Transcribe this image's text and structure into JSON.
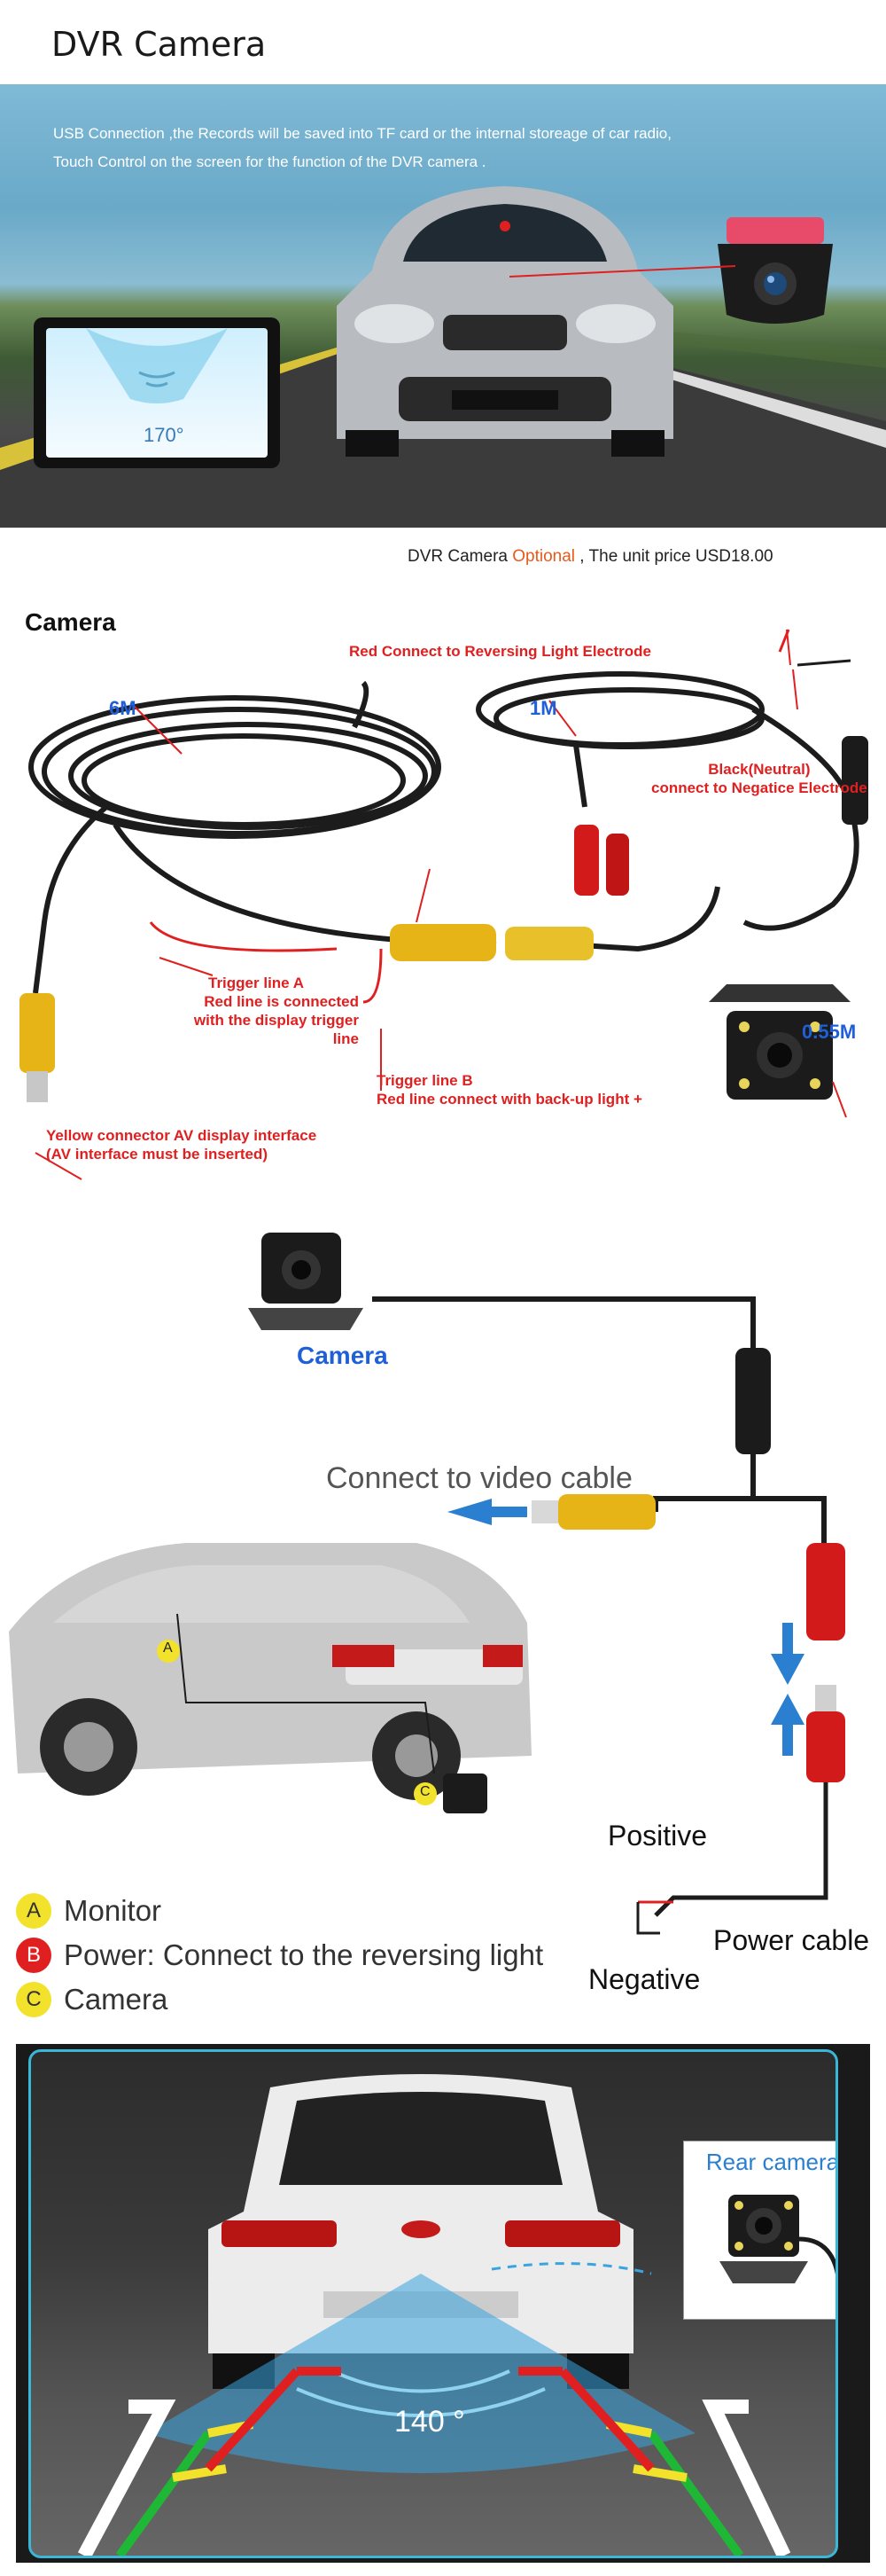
{
  "dvr": {
    "title": "DVR Camera",
    "desc_line1": "USB Connection ,the Records will be saved into TF card or the internal storeage of car radio,",
    "desc_line2": "Touch Control on the screen for the function of the DVR camera .",
    "monitor_angle": "170°",
    "caption_pre": "DVR Camera ",
    "caption_optional": "Optional",
    "caption_post": " , The unit price USD18.00"
  },
  "wiring": {
    "title": "Camera",
    "len_6m": "6M",
    "len_1m": "1M",
    "len_055m": "0.55M",
    "red_connect": "Red Connect to Reversing Light Electrode",
    "black_neutral_1": "Black(Neutral)",
    "black_neutral_2": "connect to Negatice Electrode",
    "trigger_a_1": "Trigger line A",
    "trigger_a_2": "Red line is connected",
    "trigger_a_3": "with the display trigger line",
    "trigger_b_1": "Trigger line B",
    "trigger_b_2": "Red line connect with back-up light +",
    "yellow_1": "Yellow connector AV display interface",
    "yellow_2": "(AV interface must be inserted)"
  },
  "install": {
    "camera_label": "Camera",
    "connect_video": "Connect  to video cable",
    "positive": "Positive",
    "negative": "Negative",
    "power_cable": "Power cable",
    "car_marker_a": "A",
    "car_marker_c": "C",
    "legend": [
      {
        "badge": "A",
        "text": "Monitor",
        "color": "#f2e22b",
        "text_color": "#333"
      },
      {
        "badge": "B",
        "text": "Power: Connect to the reversing light",
        "color": "#e02020",
        "text_color": "#fff"
      },
      {
        "badge": "C",
        "text": "Camera",
        "color": "#f2e22b",
        "text_color": "#333"
      }
    ]
  },
  "rear": {
    "angle": "140 °",
    "rear_camera": "Rear camera"
  },
  "colors": {
    "optional": "#e85a1c",
    "label_red": "#e02020",
    "label_blue": "#1f5fd8",
    "frame_accent": "#39b7d8"
  }
}
